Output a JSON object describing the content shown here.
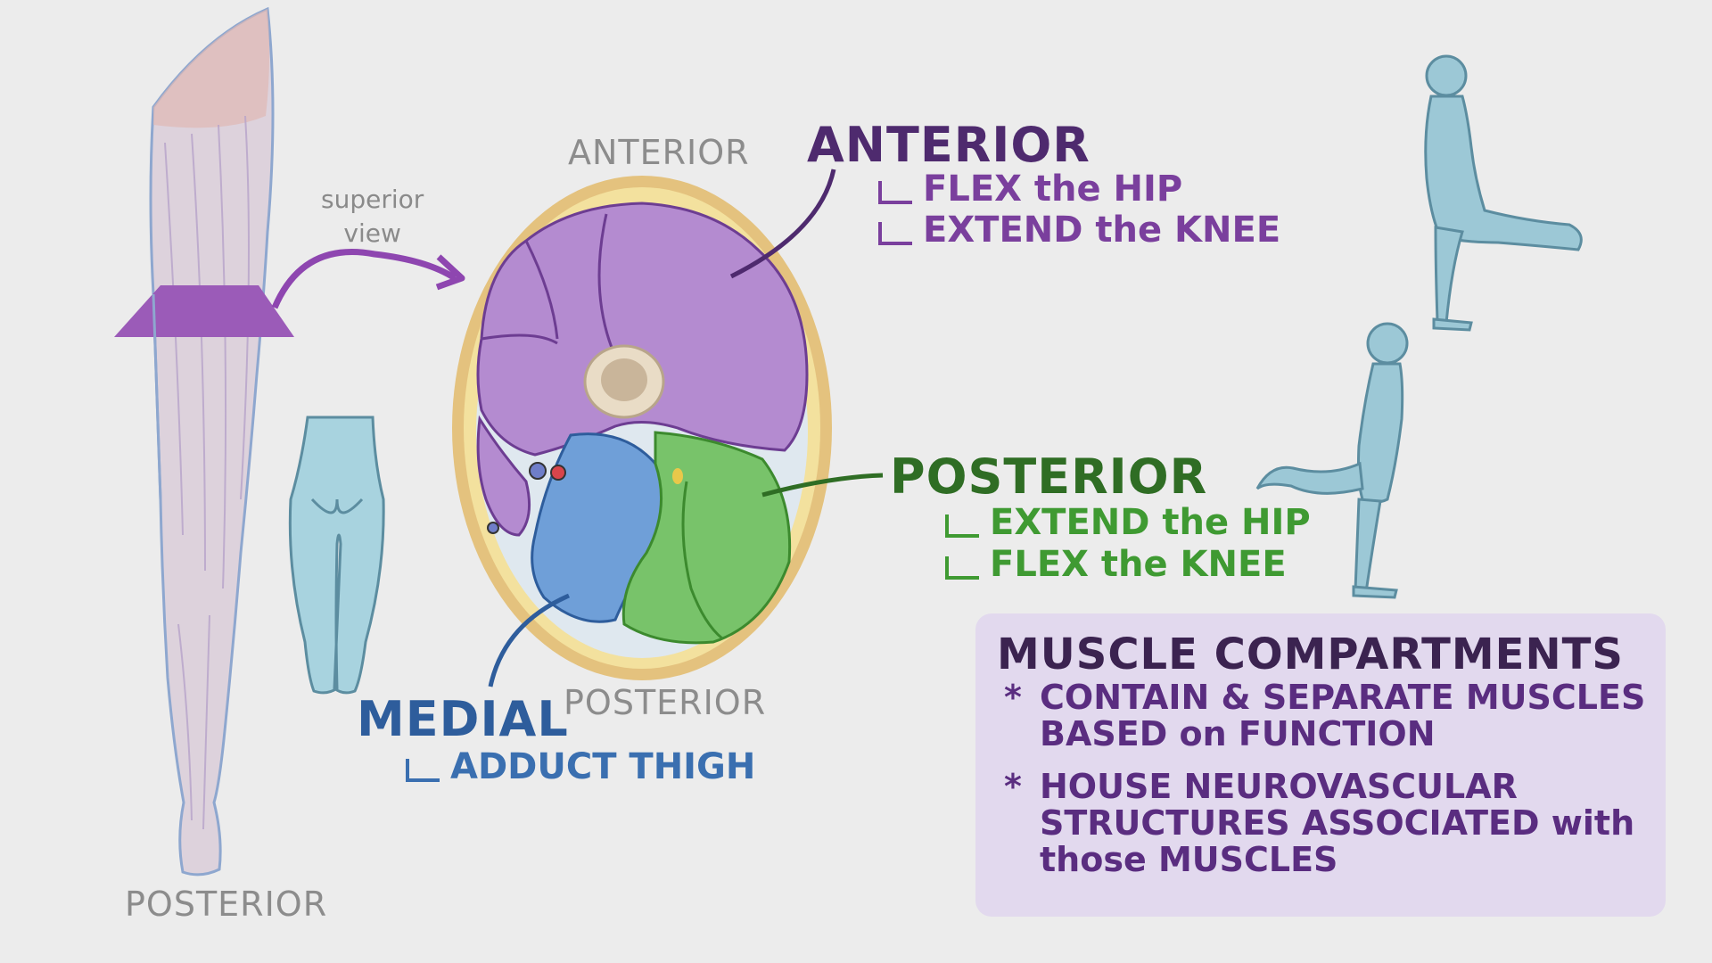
{
  "colors": {
    "anterior": "#7a3f9d",
    "anterior_heading": "#4e2a6e",
    "posterior": "#3f8f2f",
    "medial": "#3a6fb0",
    "label_gray": "#8c8c8c",
    "box_bg": "#e2d9ee",
    "figure_blue": "#9cc8d6"
  },
  "icons": {
    "leg": "posterior-leg-illustration-icon",
    "hips": "hips-back-view-icon",
    "cross_section": "thigh-cross-section-icon",
    "figure_kick": "figure-hip-flexion-icon",
    "figure_back_kick": "figure-knee-flexion-icon"
  },
  "leg": {
    "label": "POSTERIOR"
  },
  "arrow": {
    "label_line1": "superior",
    "label_line2": "view"
  },
  "cross_section": {
    "top_label": "ANTERIOR",
    "bottom_label": "POSTERIOR"
  },
  "anterior": {
    "title": "ANTERIOR",
    "items": [
      "FLEX the HIP",
      "EXTEND the KNEE"
    ]
  },
  "posterior": {
    "title": "POSTERIOR",
    "items": [
      "EXTEND the HIP",
      "FLEX the KNEE"
    ]
  },
  "medial": {
    "title": "MEDIAL",
    "items": [
      "ADDUCT THIGH"
    ]
  },
  "info_box": {
    "title": "MUSCLE COMPARTMENTS",
    "bullet1": {
      "line1": "CONTAIN & SEPARATE MUSCLES",
      "line2": "BASED on FUNCTION"
    },
    "bullet2": {
      "line1": "HOUSE NEUROVASCULAR",
      "line2": "STRUCTURES ASSOCIATED with",
      "line3": "those MUSCLES"
    },
    "bullet_symbol": "*"
  }
}
